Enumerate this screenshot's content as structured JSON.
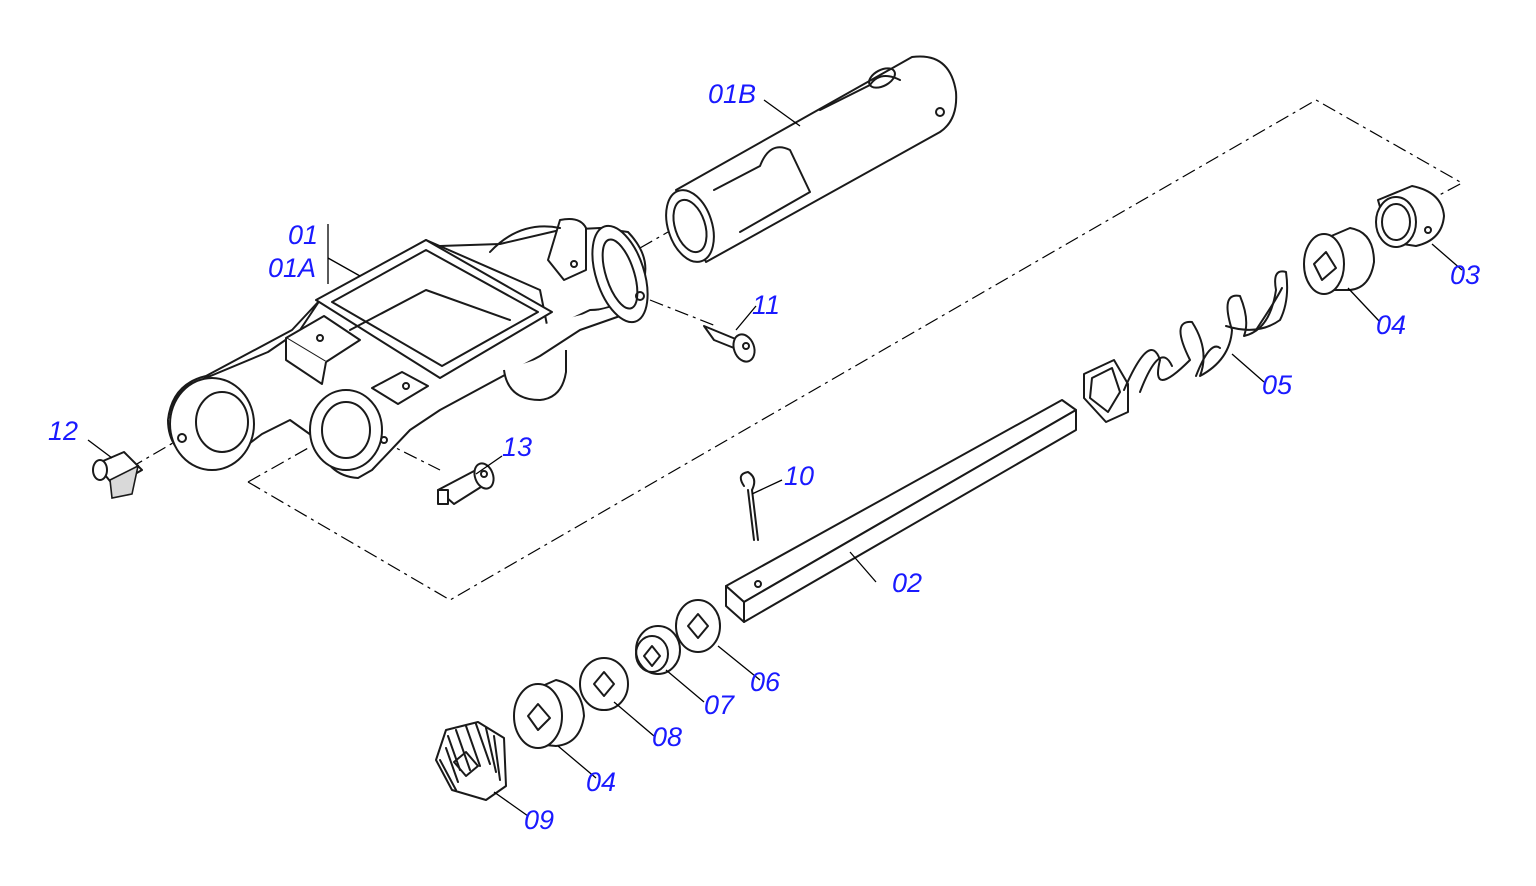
{
  "colors": {
    "callout": "#1a1aff",
    "line": "#1a1a1a",
    "background": "#ffffff"
  },
  "callouts": {
    "c01": "01",
    "c01A": "01A",
    "c01B": "01B",
    "c02": "02",
    "c03": "03",
    "c04_top": "04",
    "c04_bottom": "04",
    "c05": "05",
    "c06": "06",
    "c07": "07",
    "c08": "08",
    "c09": "09",
    "c10": "10",
    "c11": "11",
    "c12": "12",
    "c13": "13"
  }
}
